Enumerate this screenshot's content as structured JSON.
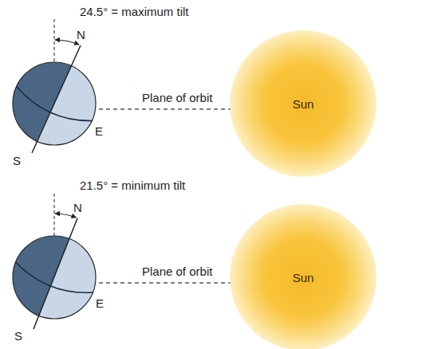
{
  "diagram": {
    "nodes": [
      {
        "text": [
          "Sun"
        ]
      },
      {
        "text": [
          "Sun"
        ]
      }
    ],
    "labels": [
      "N",
      "24.5° = maximum tilt",
      "Plane of orbit",
      "E",
      "S",
      "N",
      "21.5° = minimum tilt",
      "Plane of orbit",
      "E",
      "S"
    ]
  }
}
